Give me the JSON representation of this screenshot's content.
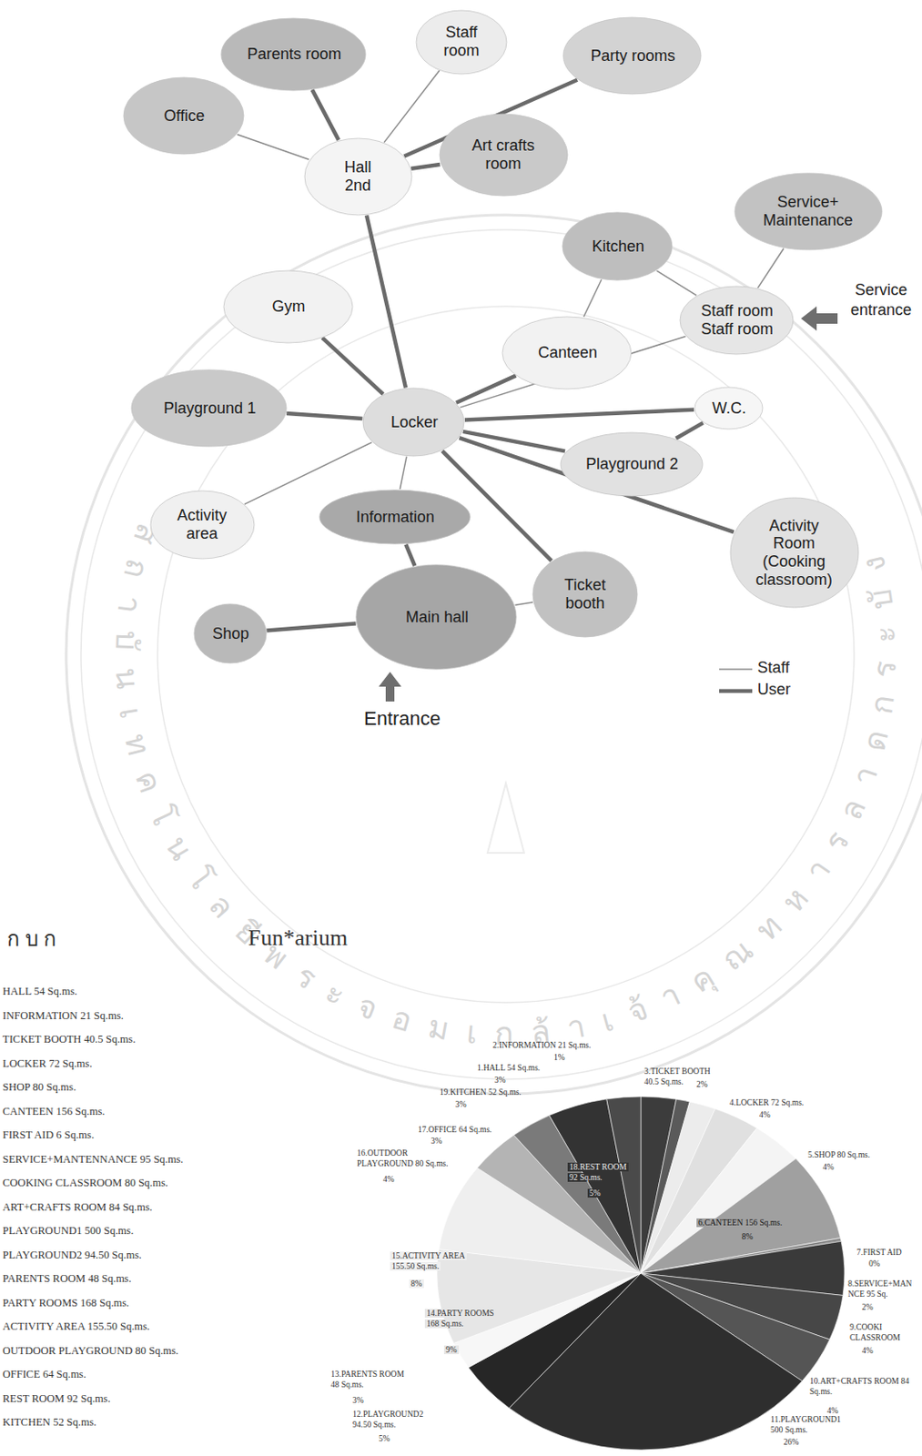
{
  "diagram": {
    "nodes": [
      {
        "text": [
          "Staff room"
        ]
      },
      {
        "text": [
          "Parents room"
        ]
      },
      {
        "text": [
          "Party rooms"
        ]
      },
      {
        "text": [
          "Office"
        ]
      },
      {
        "text": [
          "Art crafts room"
        ]
      },
      {
        "text": [
          "Hall 2nd"
        ]
      },
      {
        "text": [
          "Service+ Maintenance"
        ]
      },
      {
        "text": [
          "Kitchen"
        ]
      },
      {
        "text": [
          "Staff room",
          "Staff room"
        ]
      },
      {
        "text": [
          "Gym"
        ]
      },
      {
        "text": [
          "Canteen"
        ]
      },
      {
        "text": [
          "Playground 1"
        ]
      },
      {
        "text": [
          "Locker"
        ]
      },
      {
        "text": [
          "W.C."
        ]
      },
      {
        "text": [
          "Playground 2"
        ]
      },
      {
        "text": [
          "Activity area"
        ]
      },
      {
        "text": [
          "Information"
        ]
      },
      {
        "text": [
          "Activity Room (Cooking classroom)"
        ]
      },
      {
        "text": [
          "Ticket booth"
        ]
      },
      {
        "text": [
          "Shop"
        ]
      },
      {
        "text": [
          "Main hall"
        ]
      }
    ],
    "edges": [
      {
        "from": 5,
        "to": 3,
        "arrow": "none"
      },
      {
        "from": 5,
        "to": 1,
        "arrow": "none"
      },
      {
        "from": 5,
        "to": 0,
        "arrow": "none"
      },
      {
        "from": 5,
        "to": 2,
        "arrow": "none"
      },
      {
        "from": 5,
        "to": 4,
        "arrow": "none"
      },
      {
        "from": 5,
        "to": 12,
        "arrow": "none"
      },
      {
        "from": 8,
        "to": 6,
        "arrow": "none"
      },
      {
        "from": 8,
        "to": 7,
        "arrow": "none"
      },
      {
        "from": 7,
        "to": 10,
        "arrow": "none"
      },
      {
        "from": 12,
        "to": 9,
        "arrow": "none"
      },
      {
        "from": 12,
        "to": 11,
        "arrow": "none"
      },
      {
        "from": 12,
        "to": 10,
        "arrow": "none"
      },
      {
        "from": 12,
        "to": 8,
        "arrow": "none"
      },
      {
        "from": 12,
        "to": 13,
        "arrow": "none"
      },
      {
        "from": 13,
        "to": 14,
        "arrow": "none"
      },
      {
        "from": 12,
        "to": 14,
        "arrow": "none"
      },
      {
        "from": 12,
        "to": 17,
        "arrow": "none"
      },
      {
        "from": 12,
        "to": 18,
        "arrow": "none"
      },
      {
        "from": 12,
        "to": 15,
        "arrow": "none"
      },
      {
        "from": 12,
        "to": 16,
        "arrow": "none"
      },
      {
        "from": 16,
        "to": 20,
        "arrow": "none"
      },
      {
        "from": 20,
        "to": 19,
        "arrow": "none"
      },
      {
        "from": 20,
        "to": 18,
        "arrow": "none"
      }
    ],
    "labels": [
      "Service entrance",
      "Entrance",
      "ก บ ก",
      "HALL 54 Sq.ms.",
      "INFORMATION 21 Sq.ms.",
      "TICKET BOOTH 40.5 Sq.ms.",
      "LOCKER 72 Sq.ms.",
      "SHOP 80 Sq.ms.",
      "CANTEEN 156 Sq.ms.",
      "FIRST AID 6 Sq.ms.",
      "SERVICE+MANTENNANCE 95 Sq.ms.",
      "COOKING CLASSROOM 80 Sq.ms.",
      "ART+CRAFTS ROOM 84 Sq.ms.",
      "PLAYGROUND1 500 Sq.ms.",
      "PLAYGROUND2 94.50 Sq.ms.",
      "PARENTS ROOM 48 Sq.ms.",
      "PARTY ROOMS 168 Sq.ms.",
      "ACTIVITY AREA 155.50 Sq.ms.",
      "OUTDOOR PLAYGROUND 80 Sq.ms.",
      "OFFICE 64 Sq.ms.",
      "REST ROOM 92 Sq.ms.",
      "KITCHEN 52 Sq.ms.",
      "Fun*arium",
      "2.INFORMATION 21 Sq.ms.",
      "1%",
      "1.HALL 54 Sq.ms.",
      "3%",
      "19.KITCHEN 52 Sq.ms.",
      "3%",
      "3.TICKET BOOTH 40.5 Sq.ms.",
      "2%",
      "4.LOCKER 72 Sq.ms.",
      "4%",
      "17.OFFICE 64 Sq.ms.",
      "3%",
      "16.OUTDOOR PLAYGROUND 80 Sq.ms.",
      "4%",
      "18.REST ROOM 92 Sq.ms.",
      "5%",
      "5.SHOP 80 Sq.ms.",
      "4%",
      "15.ACTIVITY AREA 155.50 Sq.ms.",
      "8%",
      "6.CANTEEN 156 Sq.ms.",
      "8%",
      "7.FIRST AID",
      "0%",
      "8.SERVICE+MAN NCE 95 Sq.",
      "2%",
      "9.COOKI CLASSROOM",
      "4%",
      "14.PARTY ROOMS 168 Sq.ms.",
      "9%",
      "10.ART+CRAFTS ROOM 84 Sq.ms.",
      "4%",
      "13.PARENTS ROOM 48 Sq.ms.",
      "3%",
      "12.PLAYGROUND2 94.50 Sq.ms.",
      "5%",
      "11.PLAYGROUND1 500 Sq.ms.",
      "26%",
      "สถาบันเทคโนโลยีพระจอมเกล้าเจ้าคุณทหารลาดกระบัง"
    ],
    "legend": [
      {
        "text": "Staff"
      },
      {
        "text": "User"
      }
    ]
  }
}
